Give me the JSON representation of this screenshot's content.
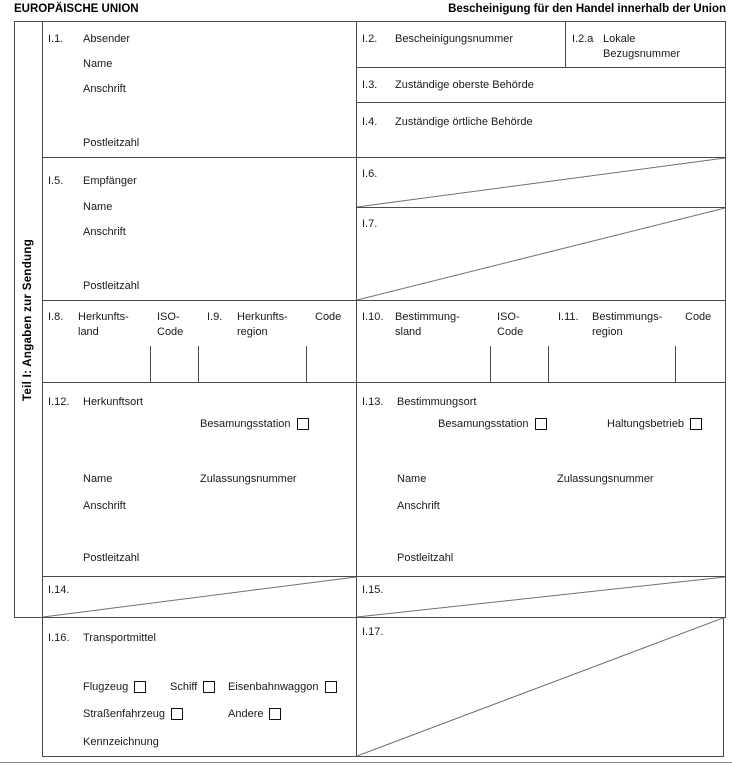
{
  "header": {
    "left_title": "EUROPÄISCHE UNION",
    "right_title": "Bescheinigung für den Handel innerhalb der Union"
  },
  "part_label": "Teil I: Angaben zur Sendung",
  "boxes": {
    "i1": {
      "num": "I.1.",
      "title": "Absender",
      "name_label": "Name",
      "address_label": "Anschrift",
      "postcode_label": "Postleitzahl"
    },
    "i2": {
      "num": "I.2.",
      "title": "Bescheinigungsnummer"
    },
    "i2a": {
      "num": "I.2.a",
      "title": "Lokale\nBezugsnummer"
    },
    "i3": {
      "num": "I.3.",
      "title": "Zuständige oberste Behörde"
    },
    "i4": {
      "num": "I.4.",
      "title": "Zuständige örtliche Behörde"
    },
    "i5": {
      "num": "I.5.",
      "title": "Empfänger",
      "name_label": "Name",
      "address_label": "Anschrift",
      "postcode_label": "Postleitzahl"
    },
    "i6": {
      "num": "I.6."
    },
    "i7": {
      "num": "I.7."
    },
    "i8": {
      "num": "I.8.",
      "title": "Herkunfts-\nland",
      "iso_label": "ISO-\nCode"
    },
    "i9": {
      "num": "I.9.",
      "title": "Herkunfts-\nregion",
      "code_label": "Code"
    },
    "i10": {
      "num": "I.10.",
      "title": "Bestimmung-\nsland",
      "iso_label": "ISO-\nCode"
    },
    "i11": {
      "num": "I.11.",
      "title": "Bestimmungs-\nregion",
      "code_label": "Code"
    },
    "i12": {
      "num": "I.12.",
      "title": "Herkunftsort",
      "station_label": "Besamungsstation",
      "name_label": "Name",
      "approval_label": "Zulassungsnummer",
      "address_label": "Anschrift",
      "postcode_label": "Postleitzahl"
    },
    "i13": {
      "num": "I.13.",
      "title": "Bestimmungsort",
      "station_label": "Besamungsstation",
      "holding_label": "Haltungsbetrieb",
      "name_label": "Name",
      "approval_label": "Zulassungsnummer",
      "address_label": "Anschrift",
      "postcode_label": "Postleitzahl"
    },
    "i14": {
      "num": "I.14."
    },
    "i15": {
      "num": "I.15."
    },
    "i16": {
      "num": "I.16.",
      "title": "Transportmittel",
      "plane_label": "Flugzeug",
      "ship_label": "Schiff",
      "railway_label": "Eisenbahnwaggon",
      "road_label": "Straßenfahrzeug",
      "other_label": "Andere",
      "identification_label": "Kennzeichnung"
    },
    "i17": {
      "num": "I.17."
    }
  }
}
